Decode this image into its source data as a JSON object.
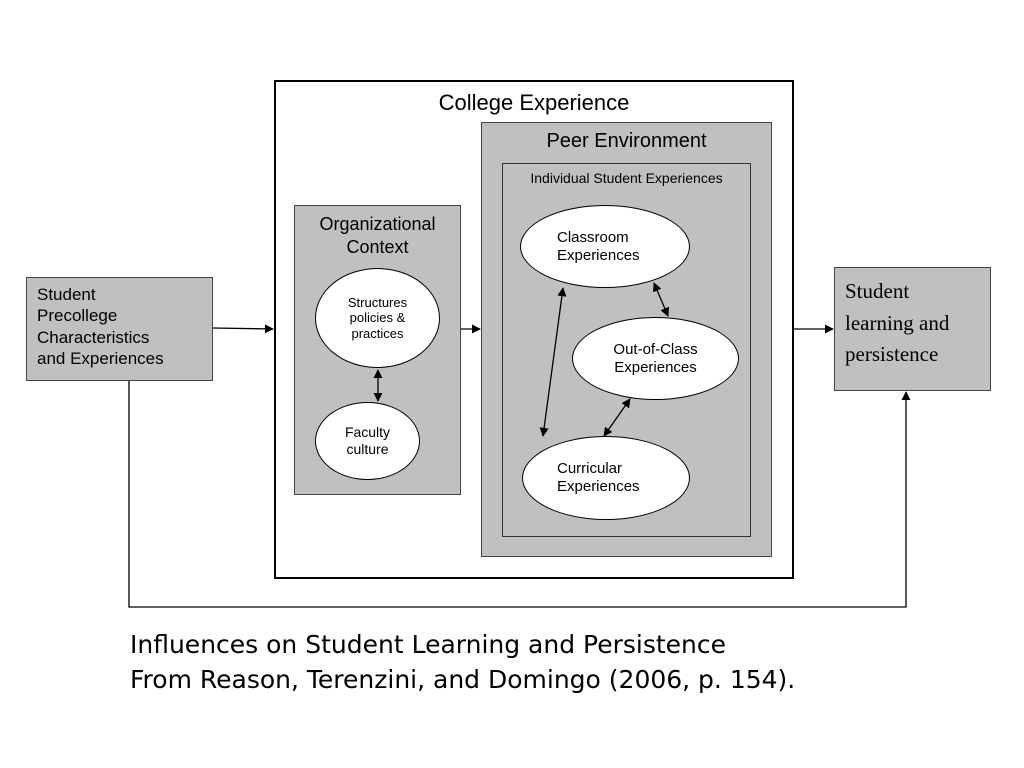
{
  "diagram": {
    "college_experience": {
      "title": "College Experience"
    },
    "peer_environment": {
      "title": "Peer Environment"
    },
    "individual_experiences": {
      "title": "Individual Student Experiences"
    },
    "organizational_context": {
      "title": [
        "Organizational",
        "Context"
      ],
      "structures": [
        "Structures",
        "policies &",
        "practices"
      ],
      "faculty": [
        "Faculty",
        "culture"
      ]
    },
    "classroom": [
      "Classroom",
      "Experiences"
    ],
    "out_of_class": [
      "Out-of-Class",
      "Experiences"
    ],
    "curricular": [
      "Curricular",
      "Experiences"
    ],
    "student_precollege": [
      "Student",
      "Precollege",
      "Characteristics",
      "and Experiences"
    ],
    "student_outcome": [
      "Student",
      "learning and",
      "persistence"
    ]
  },
  "caption": {
    "line1": "Influences on Student Learning and Persistence",
    "line2": "From Reason, Terenzini, and Domingo (2006, p. 154)."
  },
  "colors": {
    "box_fill": "#c0c0c0",
    "line": "#000000",
    "background": "#ffffff"
  }
}
